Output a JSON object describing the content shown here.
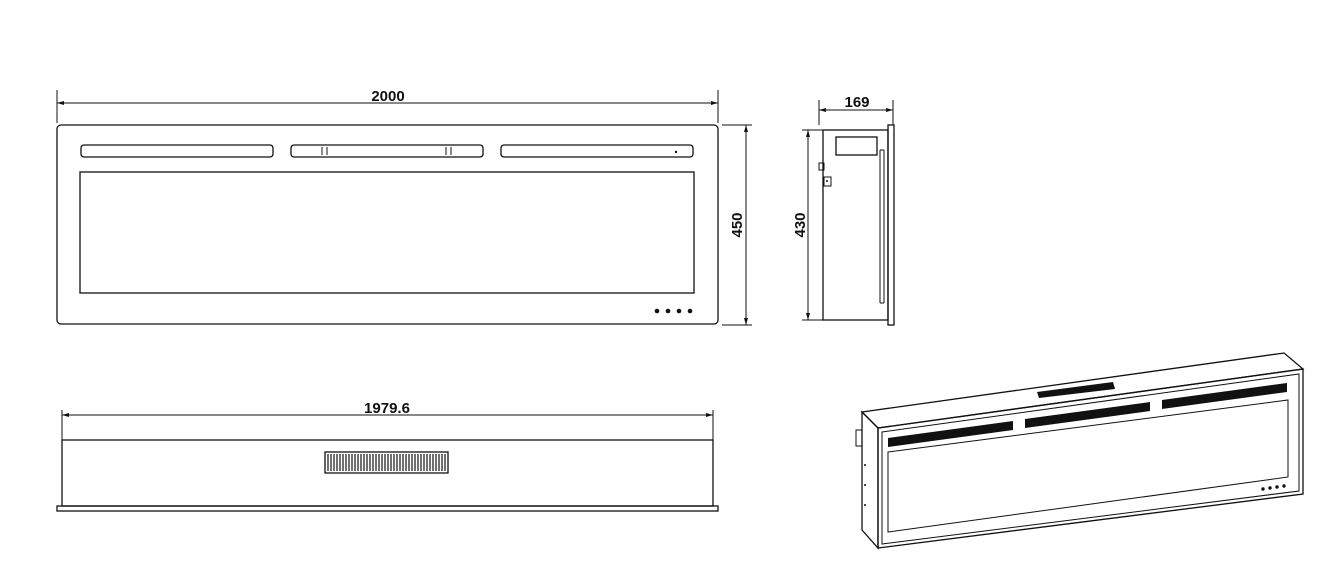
{
  "front_view": {
    "width_label": "2000",
    "height_label": "450"
  },
  "side_view": {
    "depth_label": "169",
    "height_label": "430"
  },
  "bottom_view": {
    "width_label": "1979.6"
  },
  "colors": {
    "line": "#111111",
    "background": "#ffffff"
  }
}
